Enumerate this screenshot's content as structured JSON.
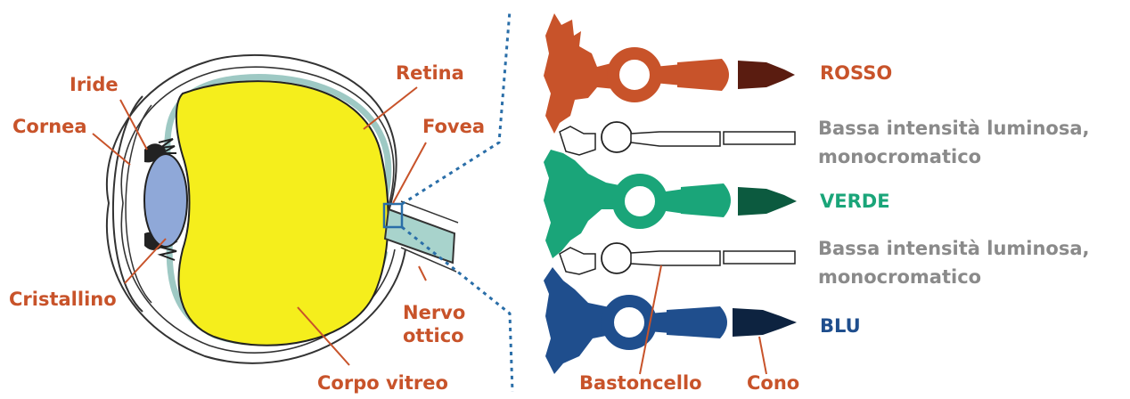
{
  "colors": {
    "label_orange": "#c8532a",
    "red_cell": "#c8532a",
    "green_cell": "#1aa579",
    "blue_cell": "#1f4e8d",
    "grey_text": "#8a8a8a",
    "vitreous_yellow": "#f5ee1c",
    "lens_blue": "#8fa8d8",
    "dotted_blue": "#2a6ea8"
  },
  "eye_labels": {
    "iride": "Iride",
    "cornea": "Cornea",
    "cristallino": "Cristallino",
    "retina": "Retina",
    "fovea": "Fovea",
    "nervo_line1": "Nervo",
    "nervo_line2": "ottico",
    "corpo_vitreo": "Corpo vitreo"
  },
  "cell_labels": {
    "rosso": "ROSSO",
    "verde": "VERDE",
    "blu": "BLU",
    "rod1_line1": "Bassa intensità luminosa,",
    "rod1_line2": "monocromatico",
    "rod2_line1": "Bassa intensità luminosa,",
    "rod2_line2": "monocromatico",
    "bastoncello": "Bastoncello",
    "cono": "Cono"
  }
}
